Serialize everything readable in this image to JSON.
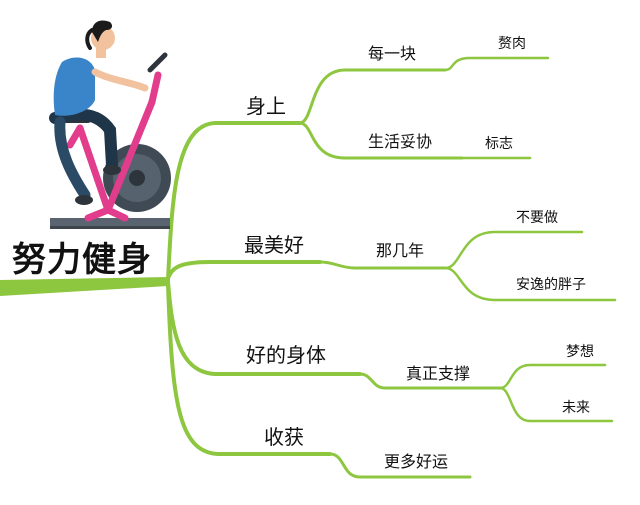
{
  "title": "努力健身",
  "colors": {
    "branch": "#8DC63F",
    "text": "#111111",
    "accent": "#E23C8C"
  },
  "illustration": "woman-on-exercise-bike-icon",
  "branches": [
    {
      "label": "身上",
      "children": [
        {
          "label": "每一块",
          "children": [
            {
              "label": "赘肉"
            }
          ]
        },
        {
          "label": "生活妥协",
          "children": [
            {
              "label": "标志"
            }
          ]
        }
      ]
    },
    {
      "label": "最美好",
      "children": [
        {
          "label": "那几年",
          "children": [
            {
              "label": "不要做"
            },
            {
              "label": "安逸的胖子"
            }
          ]
        }
      ]
    },
    {
      "label": "好的身体",
      "children": [
        {
          "label": "真正支撑",
          "children": [
            {
              "label": "梦想"
            },
            {
              "label": "未来"
            }
          ]
        }
      ]
    },
    {
      "label": "收获",
      "children": [
        {
          "label": "更多好运"
        }
      ]
    }
  ]
}
